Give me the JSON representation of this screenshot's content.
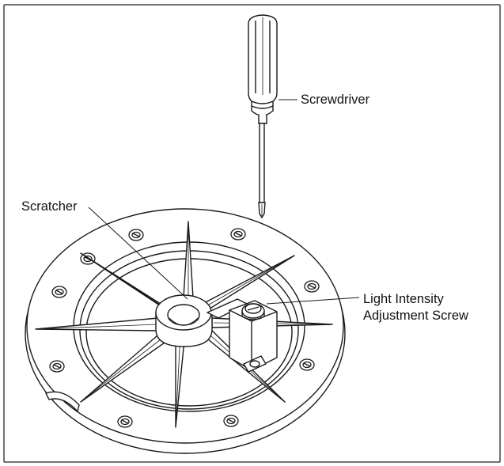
{
  "labels": {
    "screwdriver": "Screwdriver",
    "scratcher": "Scratcher",
    "light_intensity_line1": "Light Intensity",
    "light_intensity_line2": "Adjustment Screw"
  },
  "colors": {
    "line": "#1a1a1a",
    "background": "#ffffff",
    "border": "#444444"
  }
}
